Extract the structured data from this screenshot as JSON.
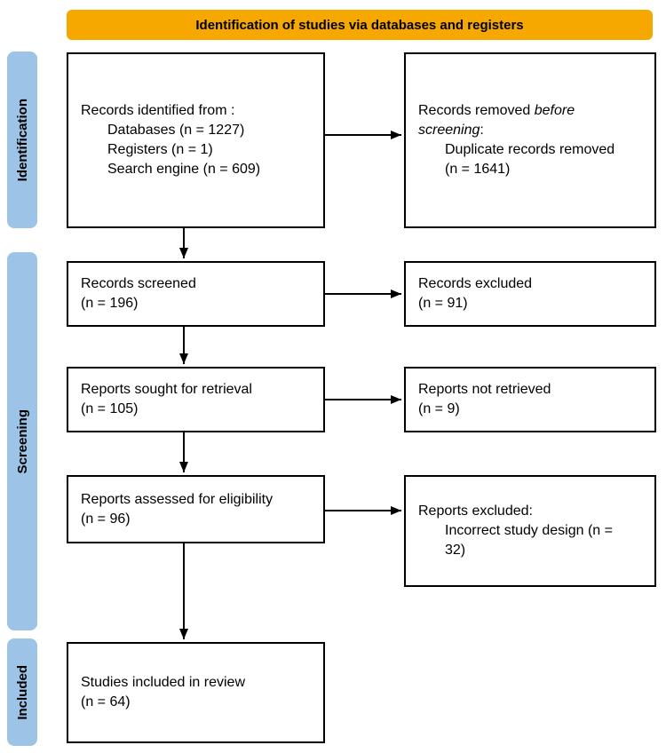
{
  "banner": {
    "label": "Identification of studies via databases and registers"
  },
  "side_labels": {
    "identification": "Identification",
    "screening": "Screening",
    "included": "Included"
  },
  "boxes": {
    "records_identified": {
      "title": "Records identified from :",
      "items": [
        "Databases (n = 1227)",
        "Registers (n = 1)",
        "Search engine (n = 609)"
      ]
    },
    "records_removed": {
      "line1_text": "Records removed ",
      "line1_em": "before",
      "line2_em": "screening",
      "line2_suffix": ":",
      "items": [
        "Duplicate records removed",
        "(n = 1641)"
      ]
    },
    "records_screened": {
      "lines": [
        "Records screened",
        "(n = 196)"
      ]
    },
    "records_excluded": {
      "lines": [
        "Records excluded",
        "(n = 91)"
      ]
    },
    "reports_sought": {
      "lines": [
        "Reports sought for retrieval",
        "(n = 105)"
      ]
    },
    "reports_not_retrieved": {
      "lines": [
        "Reports not retrieved",
        "(n = 9)"
      ]
    },
    "reports_assessed": {
      "lines": [
        "Reports assessed for eligibility",
        "(n = 96)"
      ]
    },
    "reports_excluded": {
      "title": "Reports excluded:",
      "items": [
        "Incorrect study design (n =",
        "32)"
      ]
    },
    "studies_included": {
      "lines": [
        "Studies included in review",
        "(n = 64)"
      ]
    }
  },
  "colors": {
    "banner_bg": "#F6A700",
    "stage_bg": "#9DC3E6",
    "box_border": "#000000",
    "arrow": "#000000",
    "text": "#000000"
  }
}
